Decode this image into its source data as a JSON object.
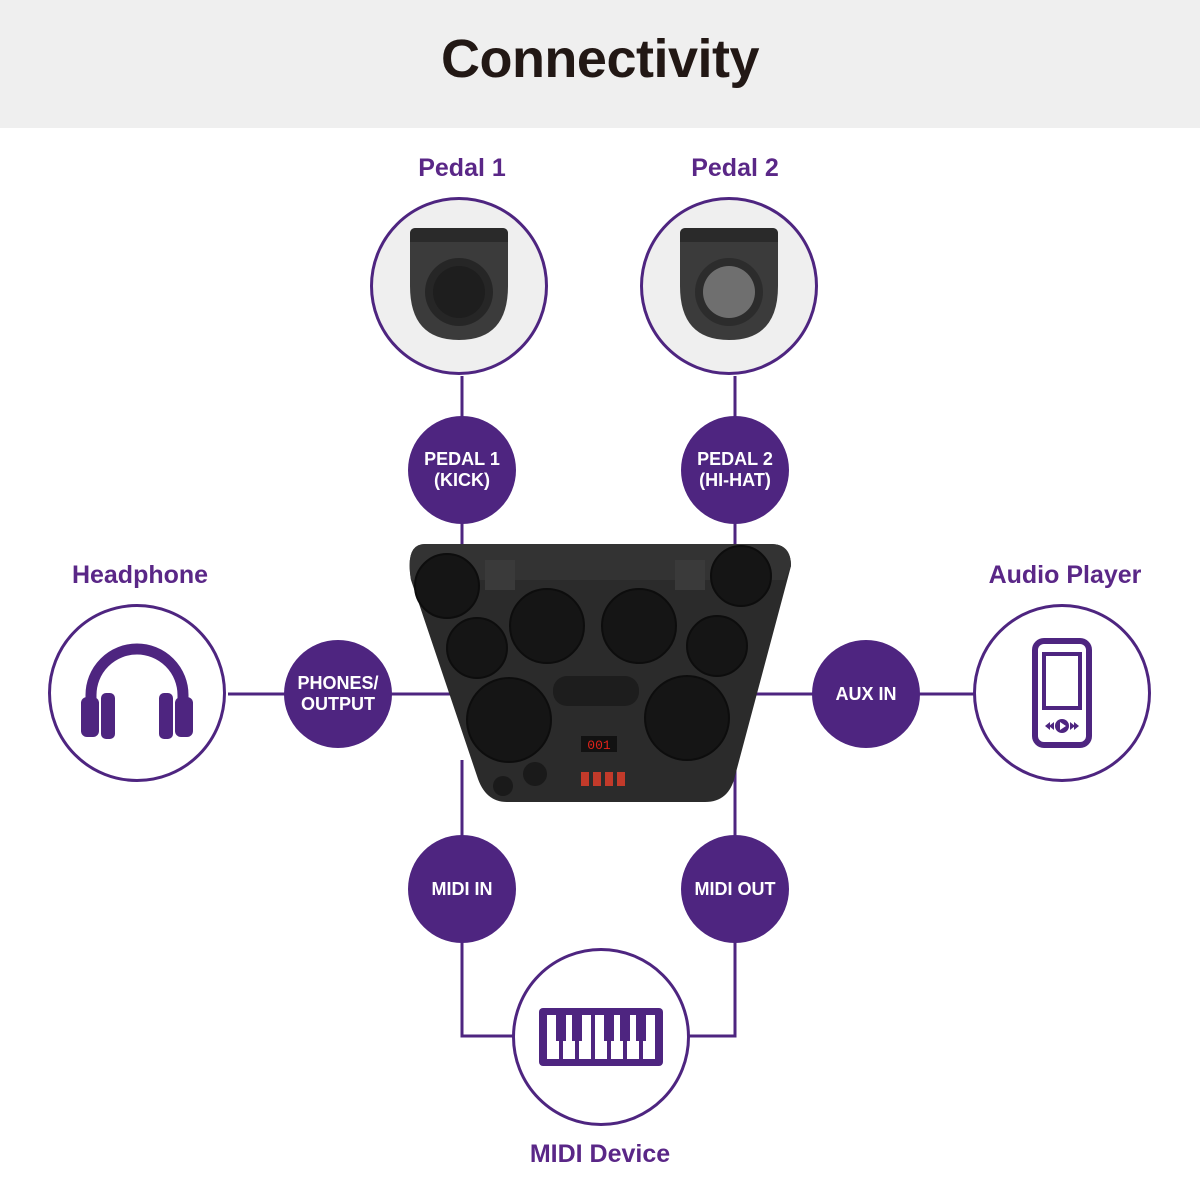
{
  "title": "Connectivity",
  "colors": {
    "accent": "#4e2580",
    "label": "#5a2787",
    "header_bg": "#efefef",
    "title": "#221815"
  },
  "devices": {
    "pedal1": {
      "label": "Pedal 1",
      "icon": "pedal-icon"
    },
    "pedal2": {
      "label": "Pedal 2",
      "icon": "pedal-icon"
    },
    "headphone": {
      "label": "Headphone",
      "icon": "headphone-icon"
    },
    "audio_player": {
      "label": "Audio Player",
      "icon": "audio-player-icon"
    },
    "midi_device": {
      "label": "MIDI Device",
      "icon": "keyboard-icon"
    }
  },
  "ports": {
    "pedal1": "PEDAL 1\n(KICK)",
    "pedal2": "PEDAL 2\n(HI-HAT)",
    "phones": "PHONES/\nOUTPUT",
    "aux_in": "AUX IN",
    "midi_in": "MIDI IN",
    "midi_out": "MIDI OUT"
  },
  "drum_unit": {
    "icon": "digital-drum-pad-icon",
    "display": "001"
  }
}
